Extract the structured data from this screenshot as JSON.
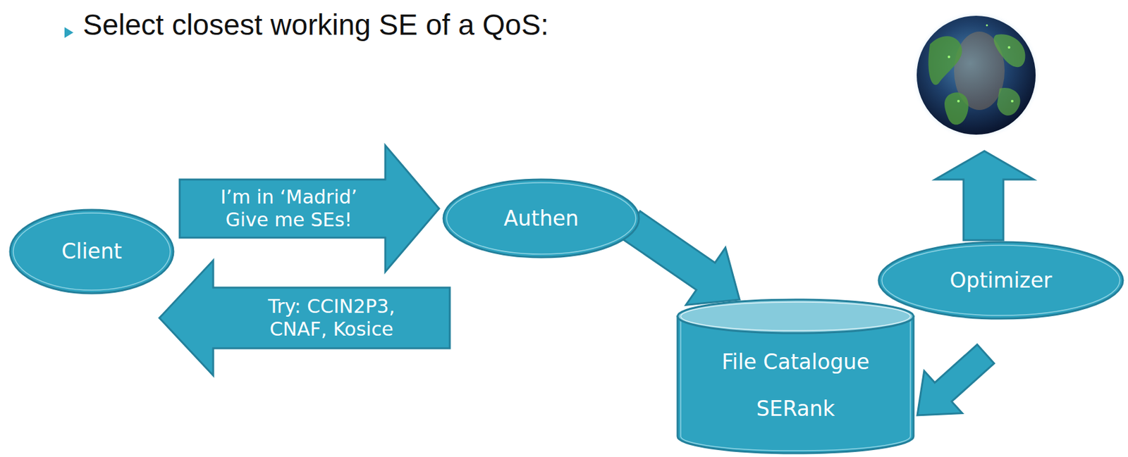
{
  "diagram": {
    "title": "Select closest working SE of a QoS:",
    "nodes": [
      {
        "text": [
          "Client"
        ]
      },
      {
        "text": [
          "Authen"
        ]
      },
      {
        "text": [
          "File Catalogue",
          "SERank"
        ]
      },
      {
        "text": [
          "Optimizer"
        ]
      }
    ],
    "edges": [
      {
        "from": 0,
        "to": 1,
        "arrow": "to",
        "label": "I’m in ‘Madrid’ Give me SEs!"
      },
      {
        "from": 1,
        "to": 0,
        "arrow": "to",
        "label": "Try: CCIN2P3, CNAF, Kosice"
      },
      {
        "from": 1,
        "to": 2,
        "arrow": "to"
      },
      {
        "from": 3,
        "to": 2,
        "arrow": "to"
      }
    ]
  }
}
